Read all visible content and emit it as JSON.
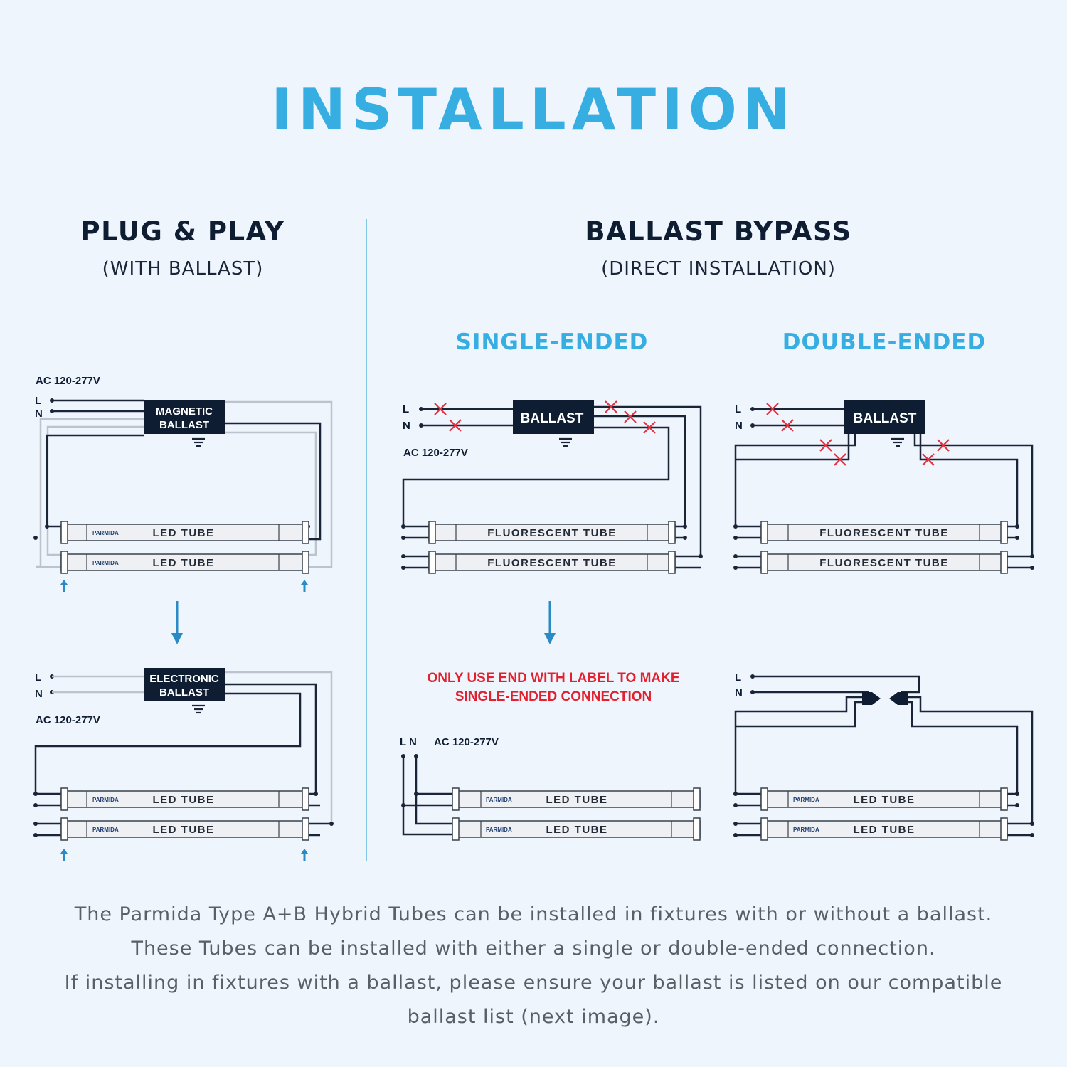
{
  "title": "INSTALLATION",
  "left_section": {
    "heading": "PLUG & PLAY",
    "subheading": "(WITH BALLAST)",
    "voltage": "AC 120-277V",
    "line_label": "L",
    "neutral_label": "N",
    "magnetic_ballast": [
      "MAGNETIC",
      "BALLAST"
    ],
    "electronic_ballast": [
      "ELECTRONIC",
      "BALLAST"
    ],
    "tube_label": "LED TUBE",
    "logo_text": "PARMIDA"
  },
  "right_section": {
    "heading": "BALLAST BYPASS",
    "subheading": "(DIRECT INSTALLATION)",
    "single_ended": {
      "title": "SINGLE-ENDED",
      "ballast_label": "BALLAST",
      "voltage": "AC 120-277V",
      "tube_label": "FLUORESCENT TUBE",
      "warning": [
        "ONLY USE END WITH LABEL TO MAKE",
        "SINGLE-ENDED CONNECTION"
      ],
      "ln_label": "L N",
      "led_label": "LED TUBE"
    },
    "double_ended": {
      "title": "DOUBLE-ENDED",
      "ballast_label": "BALLAST",
      "tube_label": "FLUORESCENT TUBE",
      "led_label": "LED TUBE"
    }
  },
  "footer": [
    "The Parmida Type A+B Hybrid Tubes can be installed in fixtures with or without a ballast.",
    "These Tubes can be installed with either a single or double-ended connection.",
    "If installing in fixtures with a ballast, please ensure your ballast is listed on our compatible",
    "ballast list (next image)."
  ],
  "colors": {
    "accent": "#36aee2",
    "dark": "#0f1d33",
    "warning": "#e3202e",
    "background": "#eef5fc"
  }
}
